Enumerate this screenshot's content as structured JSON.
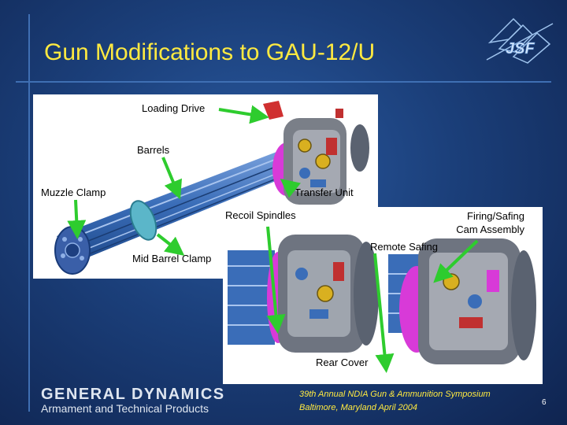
{
  "slide": {
    "title": "Gun Modifications to GAU-12/U",
    "page_number": "6"
  },
  "logo": {
    "text": "JSF"
  },
  "labels": {
    "loading_drive": "Loading Drive",
    "barrels": "Barrels",
    "muzzle_clamp": "Muzzle Clamp",
    "transfer_unit": "Transfer Unit",
    "recoil_spindles": "Recoil Spindles",
    "firing_safing_line1": "Firing/Safing",
    "firing_safing_line2": "Cam Assembly",
    "remote_safing": "Remote Safing",
    "mid_barrel_clamp": "Mid Barrel Clamp",
    "rear_cover": "Rear Cover"
  },
  "footer": {
    "company_name": "GENERAL DYNAMICS",
    "company_division": "Armament and Technical Products",
    "conference_line1": "39th Annual NDIA Gun & Ammunition Symposium",
    "conference_line2": "Baltimore, Maryland April 2004"
  },
  "colors": {
    "title": "#ffea40",
    "arrow": "#2ecc2e",
    "background": "#1b3f7a",
    "barrel_blue": "#3a6db8",
    "magenta": "#d83ad8"
  }
}
